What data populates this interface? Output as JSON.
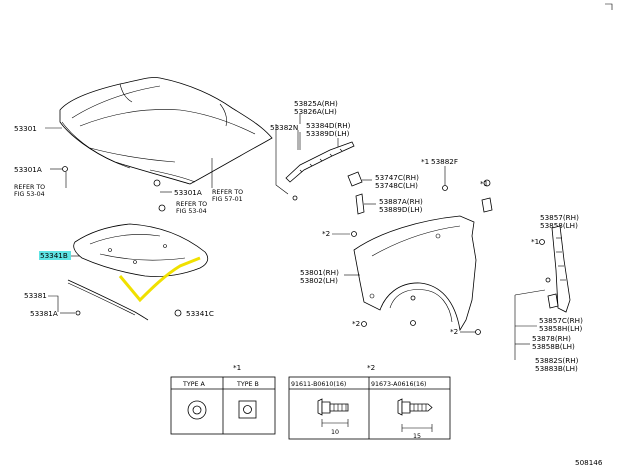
{
  "diagram_id": "508146",
  "highlight_color": "#5fe4e4",
  "accent_color": "#f0e000",
  "labels": {
    "hood": "53301",
    "hood_sub": "53301A",
    "refer_left_1": "REFER TO",
    "refer_left_2": "FIG 53-04",
    "hood_bolt": "53301A",
    "refer_mid_1": "REFER TO",
    "refer_mid_2": "FIG 53-04",
    "refer_right_1": "REFER TO",
    "refer_right_2": "FIG 57-01",
    "insulator": "53341B",
    "seal": "53381",
    "seal_sub": "53381A",
    "clip": "53341C",
    "rest_left": "53382N",
    "seal_rh": "53825A(RH)",
    "seal_lh": "53826A(LH)",
    "seal_rh2": "53384D(RH)",
    "seal_lh2": "53389D(LH)",
    "cover_rh": "53747C(RH)",
    "cover_lh": "53748C(LH)",
    "bracket_rh": "53887A(RH)",
    "bracket_lh": "53889D(LH)",
    "fender_rh": "53801(RH)",
    "fender_lh": "53802(LH)",
    "star_ref": "*1",
    "star_part": "53882F",
    "star2_a": "*2",
    "star2_b": "*2",
    "star2_c": "*2",
    "star1_a": "*1",
    "star1_b": "*1",
    "liner_rh": "53857(RH)",
    "liner_lh": "53858(LH)",
    "liner_c_rh": "53857C(RH)",
    "liner_c_lh": "53858H(LH)",
    "liner_b_rh": "53878(RH)",
    "liner_b_lh": "53858B(LH)",
    "liner_d_rh": "53882S(RH)",
    "liner_d_lh": "53883B(LH)"
  },
  "legend": {
    "left_ref": "*1",
    "right_ref": "*2",
    "type_a": "TYPE A",
    "type_b": "TYPE B",
    "bolt_1": "91611-B0610(16)",
    "bolt_2": "91673-A0616(16)",
    "dim_1": "10",
    "dim_2": "15"
  }
}
